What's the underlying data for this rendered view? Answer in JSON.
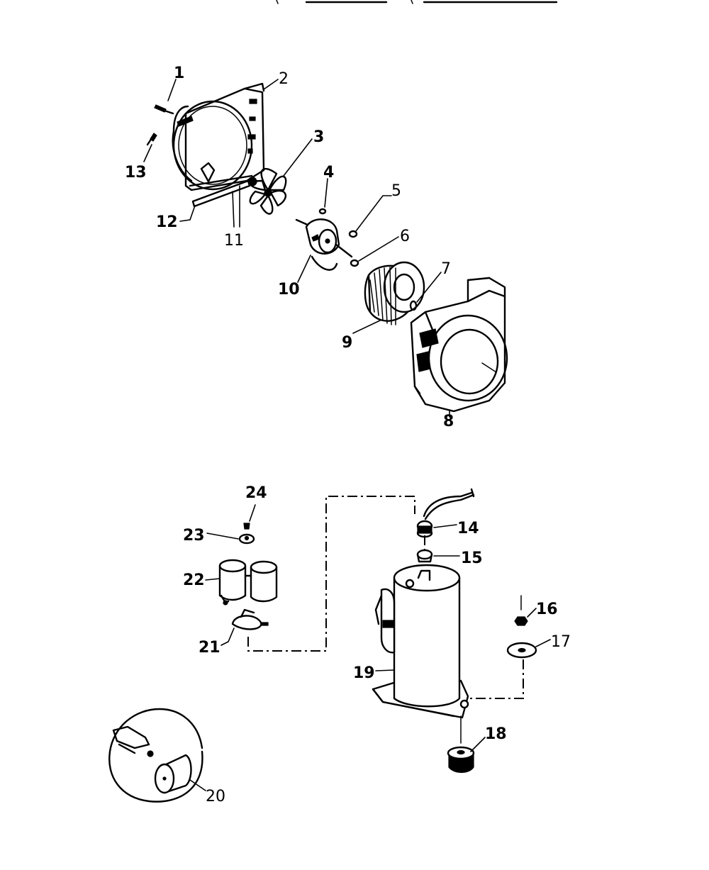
{
  "callouts": [
    {
      "id": "1",
      "label": "1"
    },
    {
      "id": "2",
      "label": "2"
    },
    {
      "id": "3",
      "label": "3"
    },
    {
      "id": "4",
      "label": "4"
    },
    {
      "id": "5",
      "label": "5"
    },
    {
      "id": "6",
      "label": "6"
    },
    {
      "id": "7",
      "label": "7"
    },
    {
      "id": "8",
      "label": "8"
    },
    {
      "id": "9",
      "label": "9"
    },
    {
      "id": "10",
      "label": "10"
    },
    {
      "id": "11",
      "label": "11"
    },
    {
      "id": "12",
      "label": "12"
    },
    {
      "id": "13",
      "label": "13"
    },
    {
      "id": "14",
      "label": "14"
    },
    {
      "id": "15",
      "label": "15"
    },
    {
      "id": "16",
      "label": "16"
    },
    {
      "id": "17",
      "label": "17"
    },
    {
      "id": "18",
      "label": "18"
    },
    {
      "id": "19",
      "label": "19"
    },
    {
      "id": "20",
      "label": "20"
    },
    {
      "id": "21",
      "label": "21"
    },
    {
      "id": "22",
      "label": "22"
    },
    {
      "id": "23",
      "label": "23"
    },
    {
      "id": "24",
      "label": "24"
    }
  ]
}
